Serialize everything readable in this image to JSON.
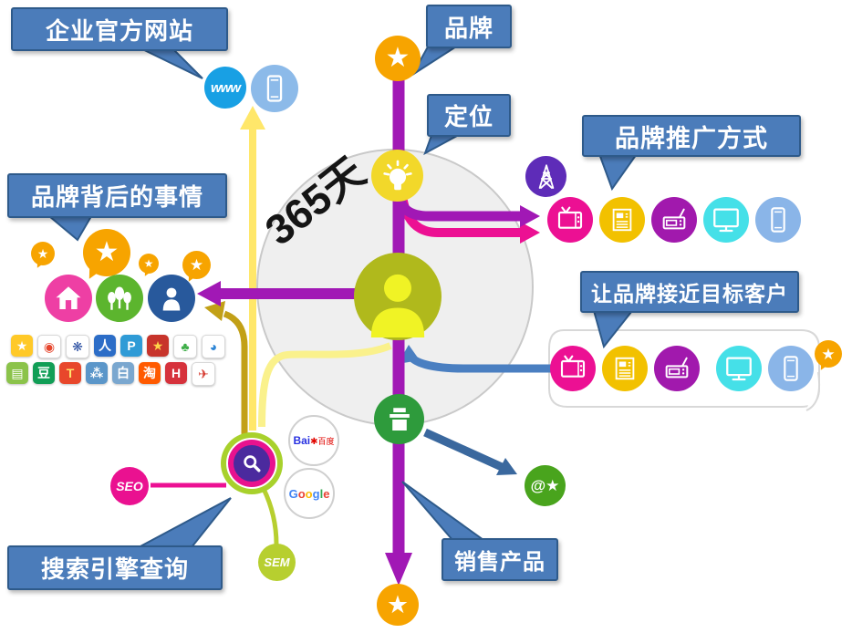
{
  "callouts": {
    "official_site": "企业官方网站",
    "brand_story": "品牌背后的事情",
    "brand": "品牌",
    "positioning": "定位",
    "promotion_methods": "品牌推广方式",
    "reach_customers": "让品牌接近目标客户",
    "search_query": "搜索引擎查询",
    "sell_products": "销售产品"
  },
  "center_circle": {
    "days_label": "365天"
  },
  "nodes": {
    "www": "www",
    "seo": "SEO",
    "sem": "SEM",
    "baidu_latin": "Bai",
    "baidu_cjk": "百度",
    "google": "Google",
    "at_star": "@★"
  },
  "glyphs": {
    "star": "★",
    "paw": "✱"
  },
  "google_colors": [
    "#4285F4",
    "#EA4335",
    "#FBBC05",
    "#4285F4",
    "#34A853",
    "#EA4335"
  ],
  "media_rows": {
    "promotion": [
      {
        "icon": "tv-icon",
        "color": "#ec1093"
      },
      {
        "icon": "newspaper-icon",
        "color": "#f2c100"
      },
      {
        "icon": "radio-icon",
        "color": "#a119ad"
      },
      {
        "icon": "monitor-icon",
        "color": "#45e0e8"
      },
      {
        "icon": "phone-icon",
        "color": "#8ab5e8"
      }
    ],
    "reach": [
      {
        "icon": "tv-icon",
        "color": "#ec1093"
      },
      {
        "icon": "newspaper-icon",
        "color": "#f2c100"
      },
      {
        "icon": "radio-icon",
        "color": "#a119ad"
      },
      {
        "icon": "monitor-icon",
        "color": "#45e0e8"
      },
      {
        "icon": "phone-icon",
        "color": "#8ab5e8"
      }
    ]
  },
  "app_icons": [
    {
      "name": "qzone-icon",
      "glyph": "★",
      "bg": "#ffc928",
      "fg": "#ffffff"
    },
    {
      "name": "sina-weibo-icon",
      "glyph": "◉",
      "bg": "#ffffff",
      "fg": "#e6462d"
    },
    {
      "name": "baidu-tieba-icon",
      "glyph": "❋",
      "bg": "#ffffff",
      "fg": "#2d51a3"
    },
    {
      "name": "renren-icon",
      "glyph": "人",
      "bg": "#2c6dc7",
      "fg": "#ffffff"
    },
    {
      "name": "pengyou-icon",
      "glyph": "P",
      "bg": "#2f9bd6",
      "fg": "#ffffff"
    },
    {
      "name": "star-app-icon",
      "glyph": "★",
      "bg": "#c7342b",
      "fg": "#ffd54a"
    },
    {
      "name": "clover-app-icon",
      "glyph": "♣",
      "bg": "#ffffff",
      "fg": "#3fae49"
    },
    {
      "name": "droplet-app-icon",
      "glyph": "◕",
      "bg": "#ffffff",
      "fg": "#2f86d6"
    },
    {
      "name": "map-app-icon",
      "glyph": "▤",
      "bg": "#8bc34a",
      "fg": "#ffffff"
    },
    {
      "name": "douban-icon",
      "glyph": "豆",
      "bg": "#119e56",
      "fg": "#ffffff"
    },
    {
      "name": "t-app-icon",
      "glyph": "T",
      "bg": "#e8472b",
      "fg": "#ffe26a"
    },
    {
      "name": "friends-app-icon",
      "glyph": "⁂",
      "bg": "#5b96c9",
      "fg": "#ffffff"
    },
    {
      "name": "bai-app-icon",
      "glyph": "白",
      "bg": "#7aa7cf",
      "fg": "#ffffff"
    },
    {
      "name": "taobao-icon",
      "glyph": "淘",
      "bg": "#ff5a00",
      "fg": "#ffffff"
    },
    {
      "name": "h-app-icon",
      "glyph": "H",
      "bg": "#d6323c",
      "fg": "#ffffff"
    },
    {
      "name": "bird-app-icon",
      "glyph": "✈",
      "bg": "#ffffff",
      "fg": "#d63a2f"
    }
  ],
  "colors": {
    "callout_fill": "#4b7cba",
    "callout_border": "#2e5a8a",
    "purple_line": "#a118b5",
    "pink": "#ec1093",
    "orange": "#f7a400",
    "olive_person": "#b0b91c",
    "lime": "#a8d12c",
    "gold": "#c2a017",
    "pale_yellow": "#ffe76a",
    "steel_blue": "#4a7fc1",
    "green_stall": "#2e9b3c",
    "green_at": "#49a41d",
    "cyan": "#45e0e8",
    "light_blue": "#8ab5e8",
    "tower_purple": "#5e2cb8",
    "bulb_yellow": "#f2d82a",
    "gray_circle": "#efefef"
  }
}
